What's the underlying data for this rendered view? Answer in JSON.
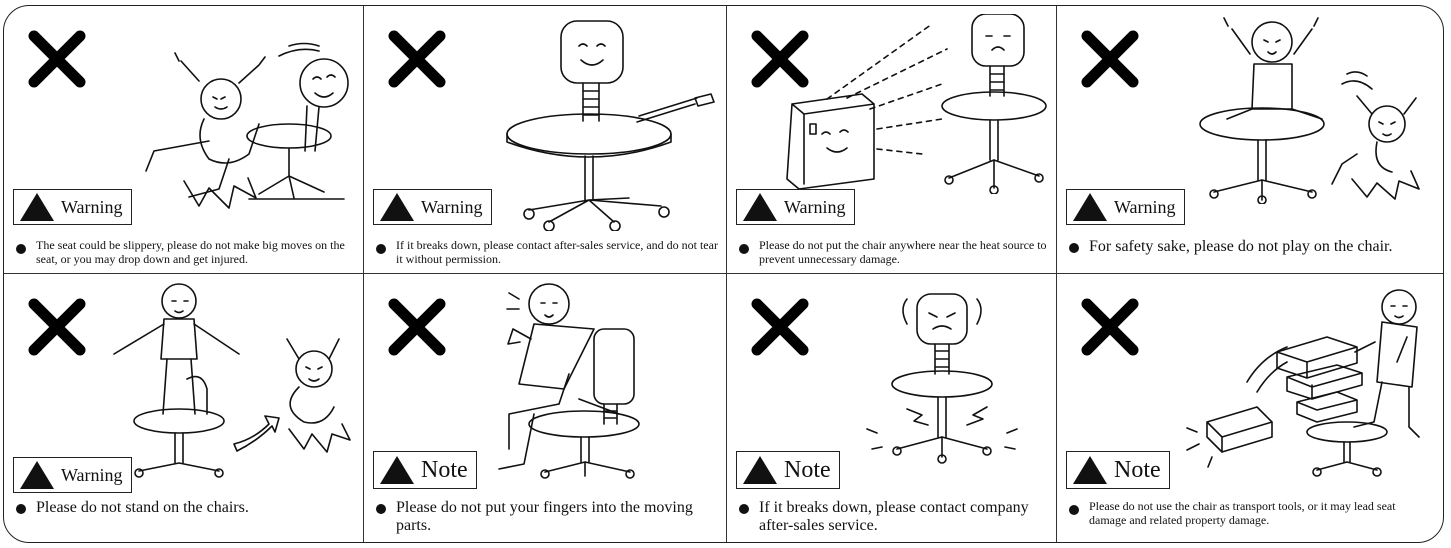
{
  "panels": [
    {
      "id": "slippery-seat",
      "badge": {
        "icon": "warning-triangle-icon",
        "label": "Warning"
      },
      "text": "The seat could be slippery, please do not make big moves on the seat, or you may drop down and get injured.",
      "illustration": "child-falling-off-chair-illustration"
    },
    {
      "id": "no-disassembly",
      "badge": {
        "icon": "warning-triangle-icon",
        "label": "Warning"
      },
      "text": "If it breaks down, please contact  after-sales service, and do not tear it without permission.",
      "illustration": "chair-with-screwdriver-illustration"
    },
    {
      "id": "heat-source",
      "badge": {
        "icon": "warning-triangle-icon",
        "label": "Warning"
      },
      "text": "Please do not put the chair anywhere near the heat source to prevent unnecessary damage.",
      "illustration": "chair-near-heater-illustration"
    },
    {
      "id": "no-playing",
      "badge": {
        "icon": "warning-triangle-icon",
        "label": "Warning"
      },
      "text": "For safety sake, please do not play on the chair.",
      "illustration": "children-playing-on-chair-illustration"
    },
    {
      "id": "no-standing",
      "badge": {
        "icon": "warning-triangle-icon",
        "label": "Warning"
      },
      "text": "Please do not stand on the chairs.",
      "illustration": "child-standing-on-chair-illustration"
    },
    {
      "id": "moving-parts",
      "badge": {
        "icon": "warning-triangle-icon",
        "label": "Note"
      },
      "text": "Please do not put your fingers into the moving parts.",
      "illustration": "child-fingers-in-chair-illustration"
    },
    {
      "id": "contact-service",
      "badge": {
        "icon": "warning-triangle-icon",
        "label": "Note"
      },
      "text": "If it breaks down, please contact  company after-sales service.",
      "illustration": "broken-chair-illustration"
    },
    {
      "id": "no-transport",
      "badge": {
        "icon": "warning-triangle-icon",
        "label": "Note"
      },
      "text": "Please do not use the chair as transport tools, or it may lead seat damage and related property damage.",
      "illustration": "child-carrying-boxes-on-chair-illustration"
    }
  ]
}
